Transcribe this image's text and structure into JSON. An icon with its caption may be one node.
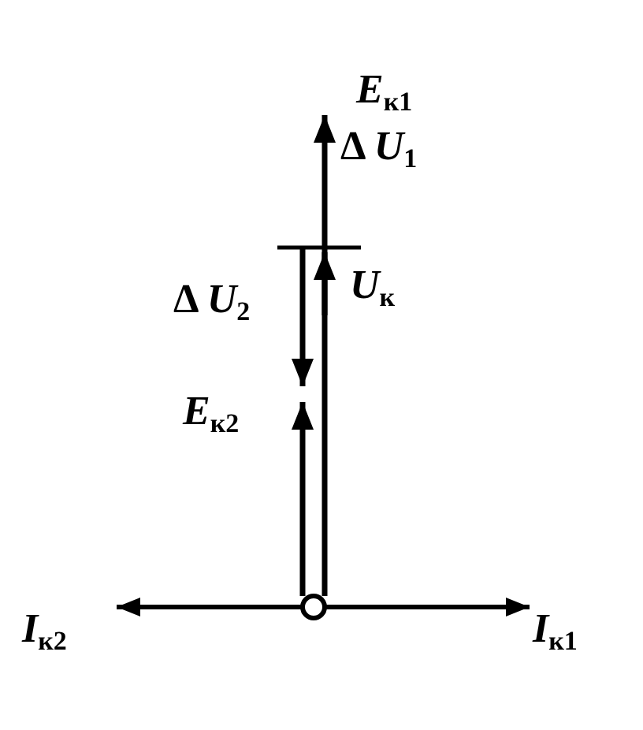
{
  "diagram": {
    "labels": [
      "*E*$_{к1}$",
      "Δ *U*$_{1}$",
      "Δ *U*$_{2}$",
      "*U*$_{к}$",
      "*E*$_{к2}$",
      "*I*$_{к2}$",
      "*I*$_{к1}$"
    ]
  }
}
